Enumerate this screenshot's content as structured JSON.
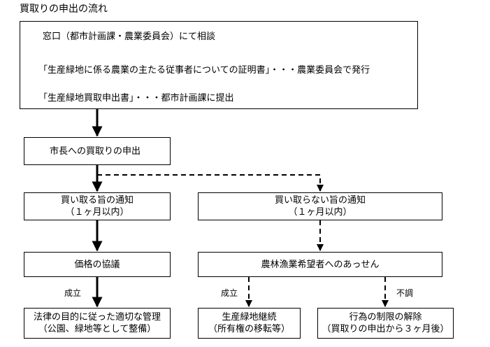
{
  "title": "買取りの申出の流れ",
  "consult_box": {
    "line1": "窓口（都市計画課・農業委員会）にて相談",
    "line2": "「生産緑地に係る農業の主たる従事者についての証明書」・・・農業委員会で発行",
    "line3": "「生産緑地買取申出書」・・・都市計画課に提出"
  },
  "apply_box": {
    "label": "市長への買取りの申出"
  },
  "notify_buy_box": {
    "line1": "買い取る旨の通知",
    "line2": "（１ヶ月以内）"
  },
  "price_box": {
    "label": "価格の協議"
  },
  "manage_box": {
    "line1": "法律の目的に従った適切な管理",
    "line2": "（公園、緑地等として整備）"
  },
  "notify_nobuy_box": {
    "line1": "買い取らない旨の通知",
    "line2": "（１ヶ月以内）"
  },
  "mediation_box": {
    "label": "農林漁業希望者へのあっせん"
  },
  "continue_box": {
    "line1": "生産緑地継続",
    "line2": "（所有権の移転等）"
  },
  "release_box": {
    "line1": "行為の制限の解除",
    "line2": "（買取りの申出から３ヶ月後）"
  },
  "edge_labels": {
    "success_left": "成立",
    "success_right": "成立",
    "failure": "不調"
  }
}
